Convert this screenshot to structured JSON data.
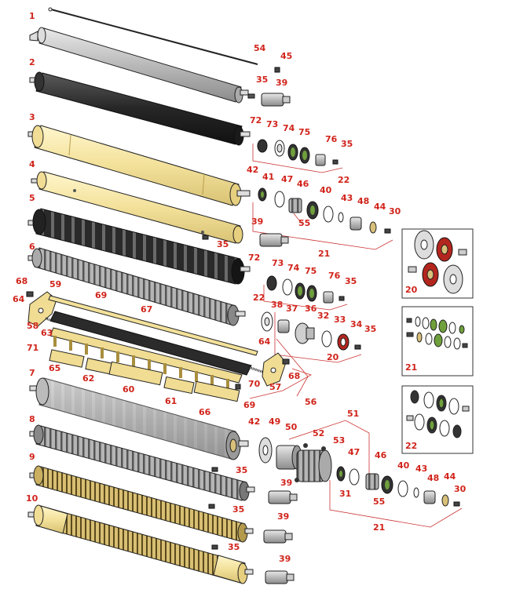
{
  "colors": {
    "label": "#d0241b",
    "outline": "#222222",
    "roller_gray": "#bdbdbd",
    "roller_black": "#2b2b2b",
    "roller_yellow": "#f6e7a4",
    "brass": "#d9c07a",
    "seal_green": "#6fa03c",
    "seal_red": "#b3261e"
  },
  "callouts": {
    "c1": "1",
    "c2": "2",
    "c3": "3",
    "c4": "4",
    "c5": "5",
    "c6": "6",
    "c7": "7",
    "c8": "8",
    "c9": "9",
    "c10": "10",
    "c54": "54",
    "c45": "45",
    "c35a": "35",
    "c39a": "39",
    "c72a": "72",
    "c73a": "73",
    "c74a": "74",
    "c75a": "75",
    "c76a": "76",
    "c35b": "35",
    "c22a": "22",
    "c42a": "42",
    "c41": "41",
    "c47a": "47",
    "c46a": "46",
    "c40a": "40",
    "c43a": "43",
    "c48a": "48",
    "c44a": "44",
    "c30a": "30",
    "c55a": "55",
    "c21a": "21",
    "c39b": "39",
    "c35c": "35",
    "c72b": "72",
    "c73b": "73",
    "c74b": "74",
    "c75b": "75",
    "c76b": "76",
    "c35d": "35",
    "c22b": "22",
    "c36": "36",
    "c68a": "68",
    "c64a": "64",
    "c59": "59",
    "c69a": "69",
    "c67": "67",
    "c58": "58",
    "c63": "63",
    "c38": "38",
    "c37": "37",
    "c32": "32",
    "c33": "33",
    "c34": "34",
    "c35e": "35",
    "c20a": "20",
    "c71": "71",
    "c65": "65",
    "c62": "62",
    "c60": "60",
    "c61": "61",
    "c66": "66",
    "c64b": "64",
    "c70": "70",
    "c57": "57",
    "c68b": "68",
    "c69b": "69",
    "c56": "56",
    "c42b": "42",
    "c49": "49",
    "c50": "50",
    "c51": "51",
    "c52": "52",
    "c53": "53",
    "c47b": "47",
    "c46b": "46",
    "c31": "31",
    "c55b": "55",
    "c40b": "40",
    "c43b": "43",
    "c48b": "48",
    "c44b": "44",
    "c30b": "30",
    "c21b": "21",
    "c35f": "35",
    "c39c": "39",
    "c35g": "35",
    "c39d": "39",
    "c35h": "35",
    "c39e": "39",
    "c20b": "20",
    "c21c": "21",
    "c22c": "22"
  }
}
